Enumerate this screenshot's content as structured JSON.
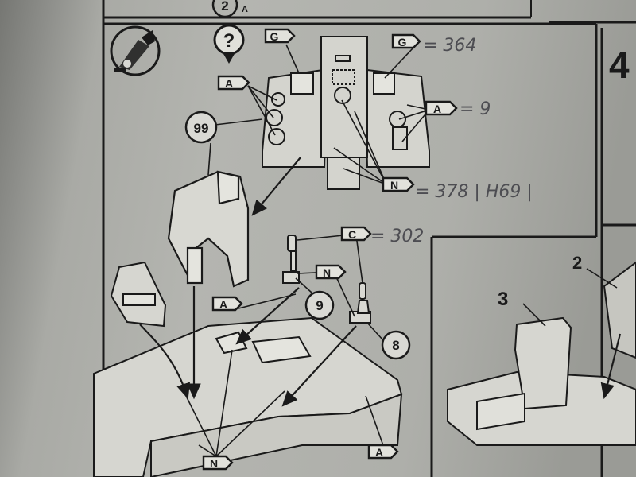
{
  "step": {
    "number": "4"
  },
  "top_strip": {
    "part_number": "2",
    "part_suffix": "A"
  },
  "instrument_panel": {
    "callout_main": "99",
    "query_symbol": "?",
    "color_flags": [
      {
        "letter": "G",
        "note": "= 364"
      },
      {
        "letter": "G",
        "note": ""
      },
      {
        "letter": "A",
        "note": ""
      },
      {
        "letter": "A",
        "note": "= 9"
      },
      {
        "letter": "N",
        "note": "= 378 | H69 |"
      }
    ]
  },
  "cockpit_parts": {
    "callouts": [
      "9",
      "8"
    ],
    "color_flags": [
      {
        "letter": "C",
        "note": "= 302"
      },
      {
        "letter": "N",
        "note": ""
      },
      {
        "letter": "A",
        "note": ""
      },
      {
        "letter": "N",
        "note": ""
      },
      {
        "letter": "A",
        "note": ""
      }
    ]
  },
  "assembled_view": {
    "labels": [
      "3",
      "2"
    ]
  },
  "icons": {
    "glue": "glue-tube-icon"
  },
  "colors": {
    "ink": "#1a1a1a",
    "paper": "#b2b3ae",
    "pencil": "#4d4d52"
  }
}
